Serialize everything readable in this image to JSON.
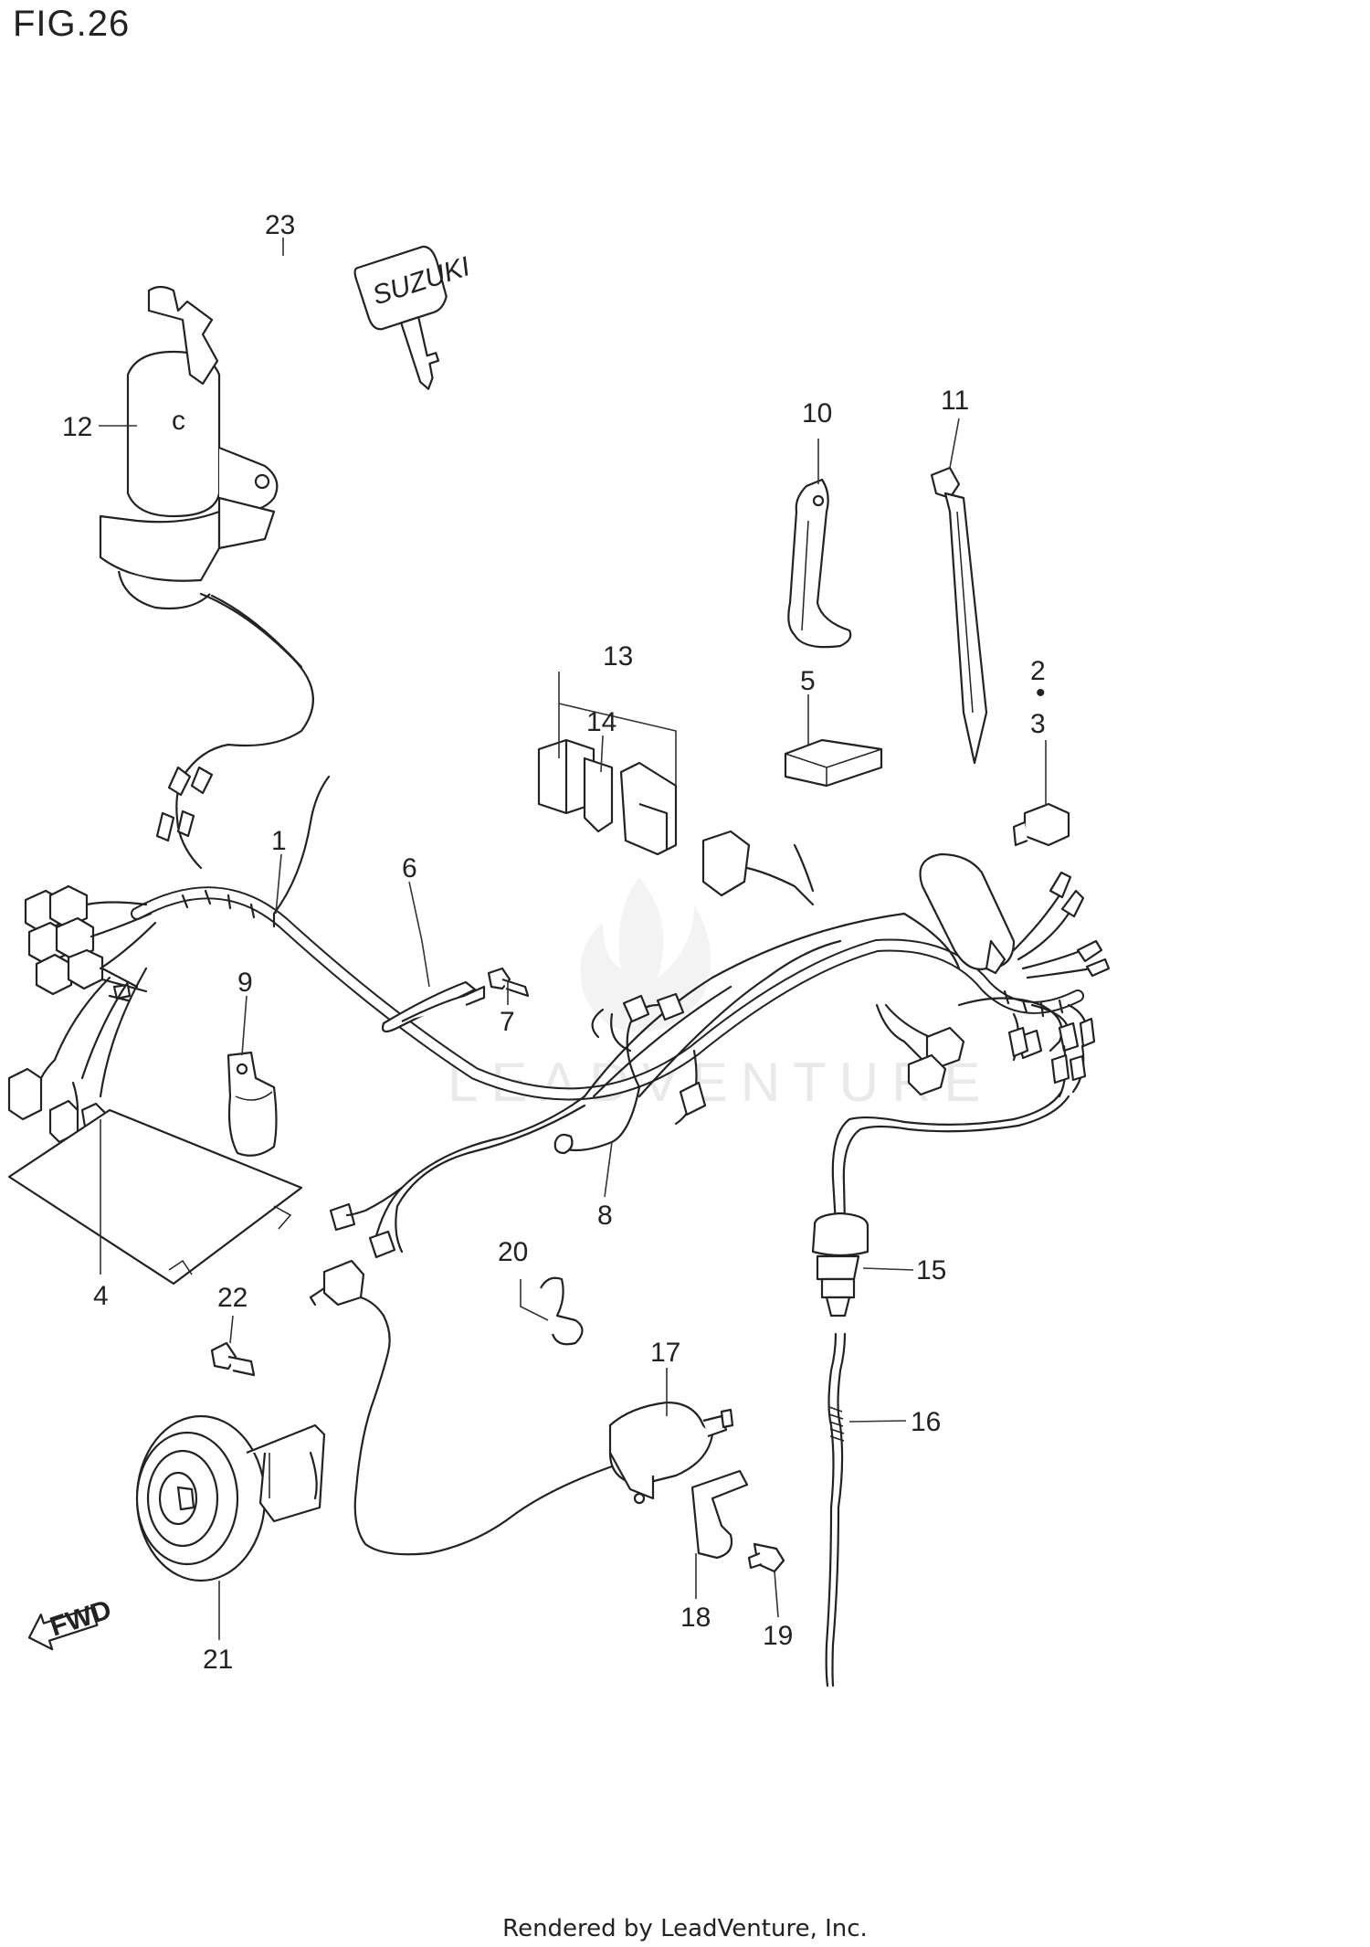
{
  "figure": {
    "title": "FIG.26"
  },
  "watermark": "LEADVENTURE",
  "footer": "Rendered by LeadVenture, Inc.",
  "fwd_label": "FWD",
  "key_brand": "SUZUKI",
  "callouts": [
    {
      "id": "c1",
      "text": "1"
    },
    {
      "id": "c2",
      "text": "2"
    },
    {
      "id": "c2dot",
      "text": "•"
    },
    {
      "id": "c3",
      "text": "3"
    },
    {
      "id": "c4",
      "text": "4"
    },
    {
      "id": "c5",
      "text": "5"
    },
    {
      "id": "c6",
      "text": "6"
    },
    {
      "id": "c7",
      "text": "7"
    },
    {
      "id": "c8",
      "text": "8"
    },
    {
      "id": "c9",
      "text": "9"
    },
    {
      "id": "c10",
      "text": "10"
    },
    {
      "id": "c11",
      "text": "11"
    },
    {
      "id": "c12",
      "text": "12"
    },
    {
      "id": "c13",
      "text": "13"
    },
    {
      "id": "c14",
      "text": "14"
    },
    {
      "id": "c15",
      "text": "15"
    },
    {
      "id": "c16",
      "text": "16"
    },
    {
      "id": "c17",
      "text": "17"
    },
    {
      "id": "c18",
      "text": "18"
    },
    {
      "id": "c19",
      "text": "19"
    },
    {
      "id": "c20",
      "text": "20"
    },
    {
      "id": "c21",
      "text": "21"
    },
    {
      "id": "c22",
      "text": "22"
    },
    {
      "id": "c23",
      "text": "23"
    }
  ]
}
